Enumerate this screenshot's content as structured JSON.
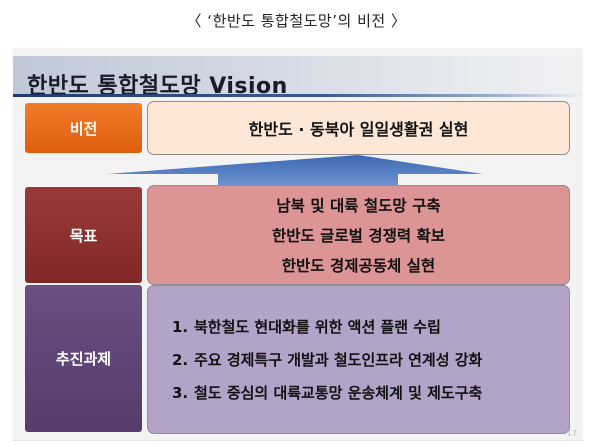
{
  "caption": "〈 ‘한반도 통합철도망’의 비전 〉",
  "slide": {
    "title": "한반도 통합철도망 Vision",
    "rows": {
      "vision": {
        "label": "비전",
        "text": "한반도 · 동북아 일일생활권 실현"
      },
      "goal": {
        "label": "목표",
        "lines": [
          "남북 및 대륙 철도망 구축",
          "한반도 글로벌 경쟁력 확보",
          "한반도 경제공동체 실현"
        ]
      },
      "tasks": {
        "label": "추진과제",
        "items": [
          {
            "num": "1.",
            "text": "북한철도 현대화를 위한 액션 플랜 수립"
          },
          {
            "num": "2.",
            "text": "주요 경제특구 개발과 철도인프라 연계성 강화"
          },
          {
            "num": "3.",
            "text": "철도 중심의 대륙교통망 운송체계 및 제도구축"
          }
        ]
      }
    },
    "page_number": "17"
  },
  "colors": {
    "vision_label": "#e8681a",
    "vision_box": "#fde8d8",
    "goal_label": "#8e302e",
    "goal_box": "#dc9594",
    "task_label": "#614878",
    "task_box": "#b4a3c8",
    "arrow": "#4f7cc2",
    "header_bar": "#1f3a6e"
  }
}
